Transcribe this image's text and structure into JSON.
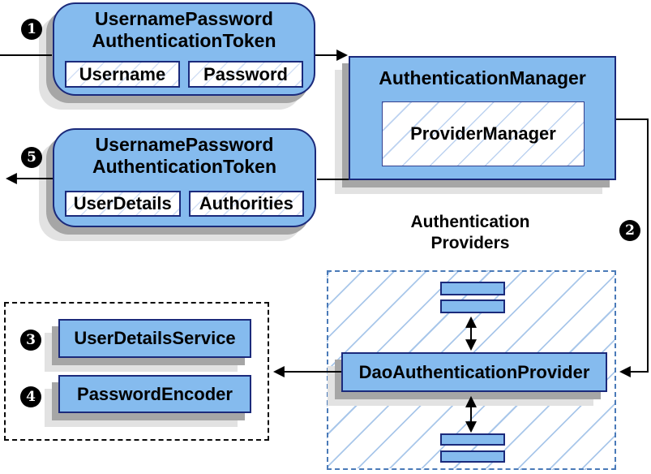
{
  "colors": {
    "node_fill": "#85bbee",
    "node_border": "#1b2a7b",
    "hatch_blue": "#a9c7ea",
    "providers_dashed_border": "#4a7ab8",
    "services_dotted_border": "#0a0a0a",
    "shadow_dark": "#a6a6a6",
    "shadow_light": "#e2e2e2",
    "arrow": "#000000",
    "badge_bg": "#000000",
    "badge_fg": "#ffffff"
  },
  "badges": {
    "step1": "1",
    "step2": "2",
    "step3": "3",
    "step4": "4",
    "step5": "5"
  },
  "request_token": {
    "title_line1": "UsernamePassword",
    "title_line2": "AuthenticationToken",
    "fields": [
      "Username",
      "Password"
    ]
  },
  "authentication_manager": {
    "title": "AuthenticationManager",
    "inner_label": "ProviderManager"
  },
  "response_token": {
    "title_line1": "UsernamePassword",
    "title_line2": "AuthenticationToken",
    "fields": [
      "UserDetails",
      "Authorities"
    ]
  },
  "authentication_providers": {
    "label_line1": "Authentication",
    "label_line2": "Providers"
  },
  "dao_authentication_provider": {
    "label": "DaoAuthenticationProvider"
  },
  "user_details_service": {
    "label": "UserDetailsService"
  },
  "password_encoder": {
    "label": "PasswordEncoder"
  }
}
